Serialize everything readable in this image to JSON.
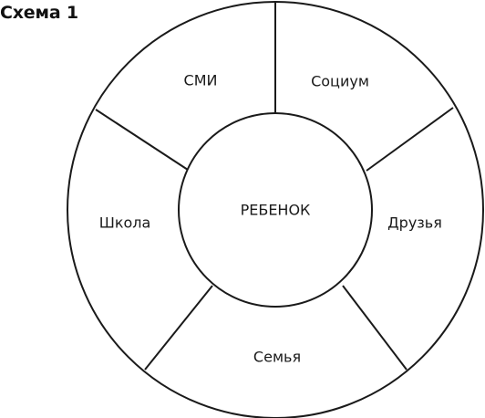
{
  "title": "Схема 1",
  "center": {
    "label": "РЕБЕНОК"
  },
  "segments": [
    {
      "label": "СМИ"
    },
    {
      "label": "Социум"
    },
    {
      "label": "Друзья"
    },
    {
      "label": "Семья"
    },
    {
      "label": "Школа"
    }
  ]
}
